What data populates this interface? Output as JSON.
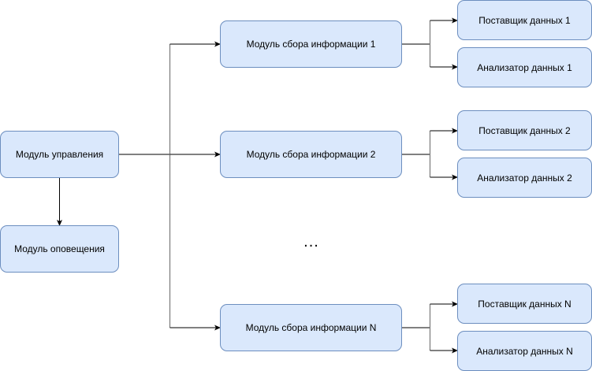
{
  "diagram": {
    "control_module": "Модуль управления",
    "notification_module": "Модуль оповещения",
    "ellipsis": "...",
    "collectors": [
      {
        "label": "Модуль сбора информации 1",
        "provider": "Поставщик данных 1",
        "analyzer": "Анализатор данных 1"
      },
      {
        "label": "Модуль сбора информации 2",
        "provider": "Поставщик данных 2",
        "analyzer": "Анализатор данных 2"
      },
      {
        "label": "Модуль сбора информации N",
        "provider": "Поставщик данных N",
        "analyzer": "Анализатор данных N"
      }
    ],
    "edges": [
      {
        "from": "Модуль управления",
        "to": "Модуль оповещения"
      },
      {
        "from": "Модуль управления",
        "to": "Модуль сбора информации 1"
      },
      {
        "from": "Модуль управления",
        "to": "Модуль сбора информации 2"
      },
      {
        "from": "Модуль управления",
        "to": "Модуль сбора информации N"
      },
      {
        "from": "Модуль сбора информации 1",
        "to": "Поставщик данных 1"
      },
      {
        "from": "Модуль сбора информации 1",
        "to": "Анализатор данных 1"
      },
      {
        "from": "Модуль сбора информации 2",
        "to": "Поставщик данных 2"
      },
      {
        "from": "Модуль сбора информации 2",
        "to": "Анализатор данных 2"
      },
      {
        "from": "Модуль сбора информации N",
        "to": "Поставщик данных N"
      },
      {
        "from": "Модуль сбора информации N",
        "to": "Анализатор данных N"
      }
    ],
    "colors": {
      "node_fill": "#dae8fc",
      "node_stroke": "#6c8ebf",
      "edge": "#000000"
    }
  }
}
